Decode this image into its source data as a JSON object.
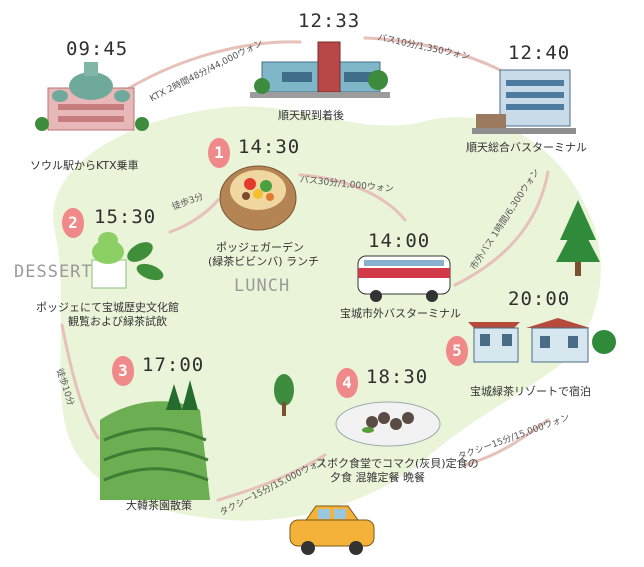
{
  "stops": [
    {
      "time": "09:45",
      "label": "ソウル駅からKTX乗車"
    },
    {
      "time": "12:33",
      "label": "順天駅到着後"
    },
    {
      "time": "12:40",
      "label": "順天総合バスターミナル"
    },
    {
      "time": "14:30",
      "badge": "1",
      "label_line1": "ポッジェガーデン",
      "label_line2": "(緑茶ビビンバ) ランチ",
      "tag": "LUNCH"
    },
    {
      "time": "15:30",
      "badge": "2",
      "label_line1": "ポッジェにて宝城歴史文化館",
      "label_line2": "観覧および緑茶試飲",
      "tag": "DESSERT"
    },
    {
      "time": "14:00",
      "label": "宝城市外バスターミナル"
    },
    {
      "time": "17:00",
      "badge": "3",
      "label": "大韓茶園散策"
    },
    {
      "time": "18:30",
      "badge": "4",
      "label_line1": "スボク食堂でコマク(灰貝)定食の",
      "label_line2": "夕食 混雑定餐 晩餐"
    },
    {
      "time": "20:00",
      "badge": "5",
      "label": "宝城緑茶リゾートで宿泊"
    }
  ],
  "routes": {
    "ktx": "KTX 2時間48分/44,000ウォン",
    "bus_suncheon": "バス10分/1,350ウォン",
    "bus_boseong": "バス30分/1,000ウォン",
    "intercity_bus": "市外バス 1時間/6,300ウォン",
    "walk_3": "徒歩3分",
    "walk_10": "徒歩10分",
    "taxi_1": "タクシー15分/15,000ウォン",
    "taxi_2": "タクシー15分/15,000ウォン"
  },
  "colors": {
    "ground": "#e9f4d9",
    "path": "#e7c0ba",
    "badge": "#f08a8a"
  },
  "icons": [
    "seoul-station-icon",
    "suncheon-station-icon",
    "bus-terminal-building-icon",
    "bibimbap-bowl-icon",
    "green-tea-icecream-icon",
    "intercity-bus-icon",
    "tea-field-icon",
    "cockle-dish-icon",
    "resort-building-icon",
    "taxi-icon",
    "tree-icon"
  ]
}
